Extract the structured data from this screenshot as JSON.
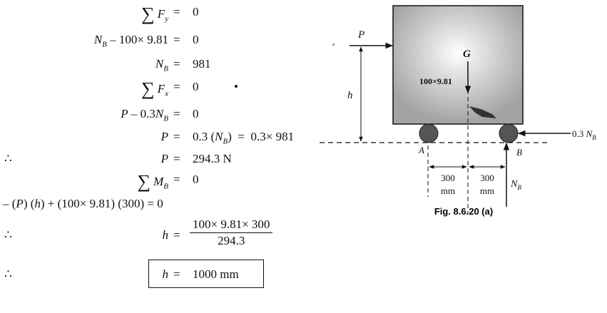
{
  "equations": {
    "sum_fy": {
      "symbol": "∑",
      "var": "F",
      "sub": "y",
      "eq": "=",
      "rhs": "0"
    },
    "nb_line": {
      "lhs": "N",
      "lhs_sub": "B",
      "lhs_rest": " – 100× 9.81",
      "eq": "=",
      "rhs": "0"
    },
    "nb_value": {
      "lhs": "N",
      "lhs_sub": "B",
      "eq": "=",
      "rhs": "981"
    },
    "sum_fx": {
      "symbol": "∑",
      "var": "F",
      "sub": "x",
      "eq": "=",
      "rhs": "0",
      "dot": "•"
    },
    "p_line": {
      "lhs_p": "P",
      "lhs_mid": " – 0.3",
      "lhs_n": "N",
      "lhs_sub": "B",
      "eq": "=",
      "rhs": "0"
    },
    "p_eq": {
      "lhs": "P",
      "eq": "=",
      "rhs_a": "0.3 (",
      "rhs_n": "N",
      "rhs_sub": "B",
      "rhs_b": ")  =  0.3× 981"
    },
    "p_result": {
      "therefore": "∴",
      "lhs": "P",
      "eq": "=",
      "rhs": "294.3 N"
    },
    "sum_mb": {
      "symbol": "∑",
      "var": "M",
      "sub": "B",
      "eq": "=",
      "rhs": "0"
    },
    "moment_line": {
      "text_a": "– (",
      "p": "P",
      "text_b": ") (",
      "h": "h",
      "text_c": ") + (100× 9.81) (300) = 0"
    },
    "h_frac": {
      "therefore": "∴",
      "lhs": "h",
      "eq": "=",
      "num": "100× 9.81× 300",
      "den": "294.3"
    },
    "h_result": {
      "therefore": "∴",
      "lhs": "h",
      "eq": "=",
      "rhs": "1000 mm"
    }
  },
  "diagram": {
    "label_p": "P",
    "label_g": "G",
    "label_weight": "100×9.81",
    "label_h": "h",
    "label_a": "A",
    "label_b": "B",
    "label_friction_pre": "0.3 ",
    "label_friction_n": "N",
    "label_friction_sub": "B",
    "dim_1_value": "300",
    "dim_1_unit": "mm",
    "dim_2_value": "300",
    "dim_2_unit": "mm",
    "label_nb": "N",
    "label_nb_sub": "B",
    "caption": "Fig. 8.6.20 (a)"
  },
  "colors": {
    "ink": "#111111",
    "block_fill": "#a9a9a9",
    "wheel": "#555555"
  }
}
